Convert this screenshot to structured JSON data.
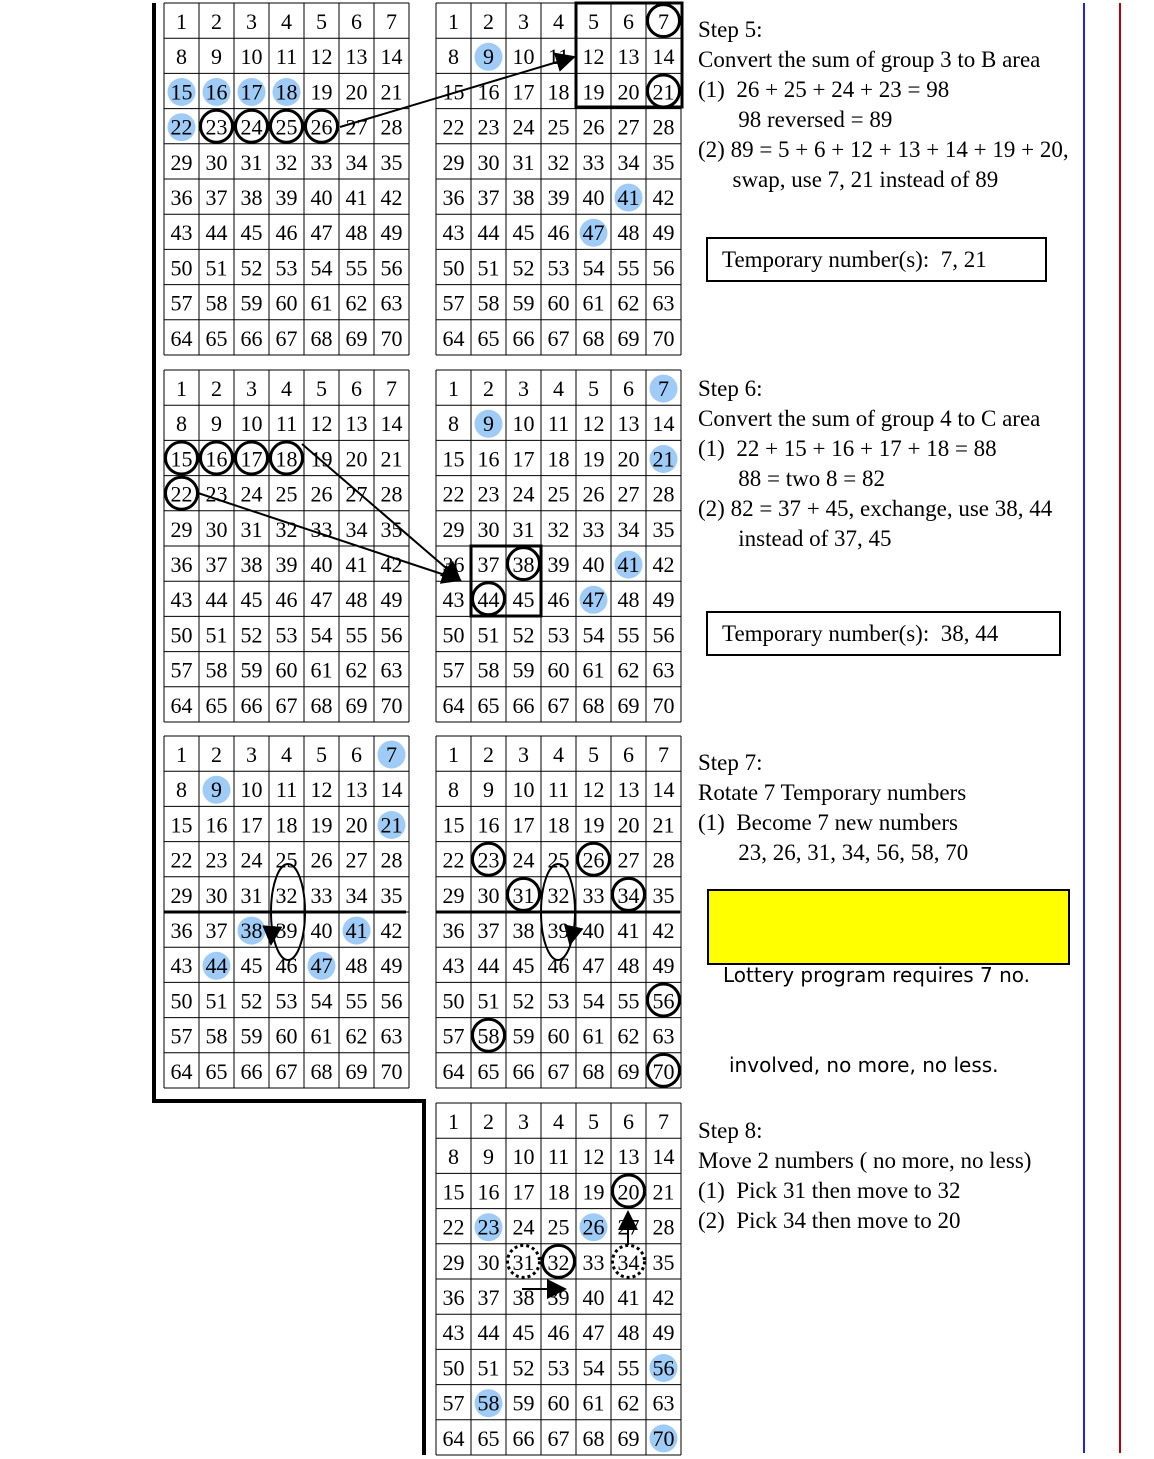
{
  "colors": {
    "highlight": "#9fcbf7",
    "note_bg": "#ffff00",
    "line_blue": "#1f1fff",
    "line_red": "#c00000"
  },
  "grid_numbers": [
    [
      1,
      2,
      3,
      4,
      5,
      6,
      7
    ],
    [
      8,
      9,
      10,
      11,
      12,
      13,
      14
    ],
    [
      15,
      16,
      17,
      18,
      19,
      20,
      21
    ],
    [
      22,
      23,
      24,
      25,
      26,
      27,
      28
    ],
    [
      29,
      30,
      31,
      32,
      33,
      34,
      35
    ],
    [
      36,
      37,
      38,
      39,
      40,
      41,
      42
    ],
    [
      43,
      44,
      45,
      46,
      47,
      48,
      49
    ],
    [
      50,
      51,
      52,
      53,
      54,
      55,
      56
    ],
    [
      57,
      58,
      59,
      60,
      61,
      62,
      63
    ],
    [
      64,
      65,
      66,
      67,
      68,
      69,
      70
    ]
  ],
  "grids": [
    {
      "id": "s5-left",
      "highlight": [
        15,
        16,
        17,
        18,
        22
      ],
      "circles": [
        23,
        24,
        25,
        26
      ]
    },
    {
      "id": "s5-right",
      "highlight": [
        9,
        41,
        47
      ],
      "circles": [
        7,
        21
      ]
    },
    {
      "id": "s6-left",
      "highlight": [],
      "circles": [
        15,
        16,
        17,
        18,
        22
      ]
    },
    {
      "id": "s6-right",
      "highlight": [
        7,
        9,
        21,
        41,
        47
      ],
      "circles": [
        38,
        44
      ]
    },
    {
      "id": "s7-left",
      "highlight": [
        7,
        9,
        21,
        38,
        41,
        44,
        47
      ],
      "circles": []
    },
    {
      "id": "s7-right",
      "highlight": [],
      "circles": [
        23,
        26,
        31,
        34,
        56,
        58,
        70
      ]
    },
    {
      "id": "s8",
      "highlight": [
        23,
        26,
        56,
        58,
        70
      ],
      "circles": [
        20,
        32
      ],
      "dotted": [
        31,
        34
      ]
    }
  ],
  "steps": [
    {
      "title": "Step 5:",
      "lines": [
        "Convert the sum of group 3 to B area",
        "(1)  26 + 25 + 24 + 23 = 98",
        "       98 reversed = 89",
        "(2) 89 = 5 + 6 + 12 + 13 + 14 + 19 + 20,",
        "      swap, use 7, 21 instead of 89"
      ],
      "box": "Temporary number(s):  7, 21"
    },
    {
      "title": "Step 6:",
      "lines": [
        "Convert the sum of group 4 to C area",
        "(1)  22 + 15 + 16 + 17 + 18 = 88",
        "       88 = two 8 = 82",
        "(2) 82 = 37 + 45, exchange, use 38, 44",
        "       instead of 37, 45"
      ],
      "box": "Temporary number(s):  38, 44"
    },
    {
      "title": "Step 7:",
      "lines": [
        "Rotate 7 Temporary numbers",
        "(1)  Become 7 new numbers",
        "       23, 26, 31, 34, 56, 58, 70"
      ],
      "note": [
        "Lottery program requires 7 no.",
        "involved, no more, no less."
      ]
    },
    {
      "title": "Step 8:",
      "lines": [
        "Move 2 numbers ( no more, no less)",
        "(1)  Pick 31 then move to 32",
        "(2)  Pick 34 then move to 20"
      ]
    }
  ]
}
